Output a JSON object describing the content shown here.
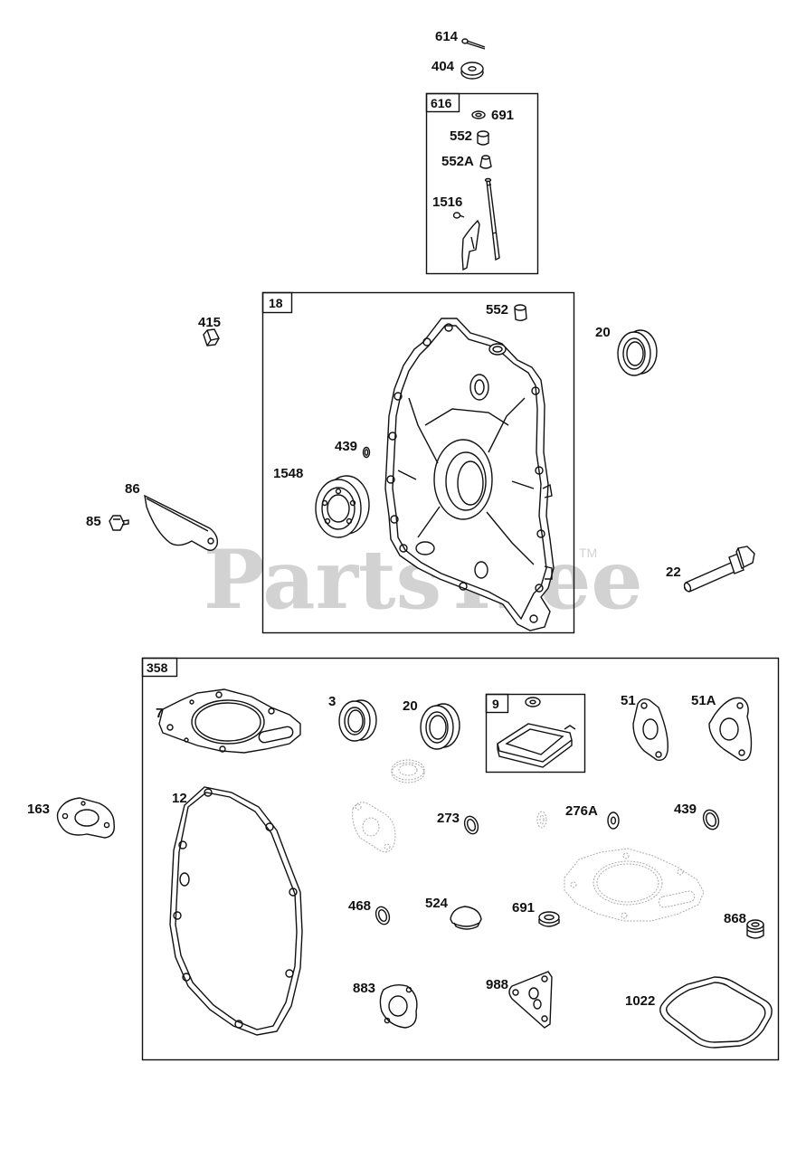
{
  "watermark": {
    "text": "PartsTree",
    "tm": "TM"
  },
  "boxes": {
    "b616": "616",
    "b18": "18",
    "b358": "358",
    "b9": "9"
  },
  "labels": {
    "p614": "614",
    "p404": "404",
    "p691a": "691",
    "p552a": "552",
    "p552A": "552A",
    "p1516": "1516",
    "p415": "415",
    "p552b": "552",
    "p20a": "20",
    "p439a": "439",
    "p1548": "1548",
    "p86": "86",
    "p85": "85",
    "p22": "22",
    "p7": "7",
    "p3": "3",
    "p20b": "20",
    "p51": "51",
    "p51A": "51A",
    "p163": "163",
    "p12": "12",
    "p273": "273",
    "p276A": "276A",
    "p439b": "439",
    "p468": "468",
    "p524": "524",
    "p691b": "691",
    "p868": "868",
    "p883": "883",
    "p988": "988",
    "p1022": "1022"
  },
  "icons": {
    "crankcase": "crankcase-cover-icon",
    "seal": "oil-seal-icon",
    "gasket": "gasket-icon",
    "bolt": "bolt-icon"
  }
}
